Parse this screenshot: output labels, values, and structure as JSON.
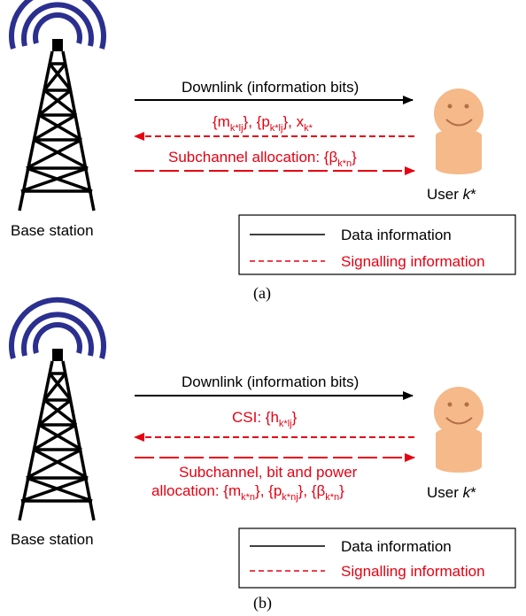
{
  "colors": {
    "signal": "#e60012",
    "data": "#000000",
    "tower_wave": "#2b2f8f",
    "user_fill": "#f5b98a"
  },
  "panels": [
    {
      "caption": "(a)",
      "base_station_label": "Base station",
      "user_label_prefix": "User ",
      "user_label_var": "k",
      "user_label_star": "*",
      "downlink_label": "Downlink (information bits)",
      "uplink_signal": {
        "text_parts": [
          "{m",
          "k*lj",
          "}, {p",
          "k*lj",
          "}, x",
          "k*"
        ]
      },
      "downlink_signal": {
        "text_parts": [
          "Subchannel allocation: {β",
          "k*n",
          "}"
        ]
      },
      "legend": {
        "data": "Data information",
        "signal": "Signalling information"
      }
    },
    {
      "caption": "(b)",
      "base_station_label": "Base station",
      "user_label_prefix": "User ",
      "user_label_var": "k",
      "user_label_star": "*",
      "downlink_label": "Downlink (information bits)",
      "uplink_signal": {
        "text_parts": [
          "CSI: {h",
          "k*lj",
          "}"
        ]
      },
      "downlink_signal": {
        "line1": "Subchannel, bit and power",
        "text_parts": [
          "allocation: {m",
          "k*n",
          "}, {p",
          "k*nj",
          "}, {β",
          "k*n",
          "}"
        ]
      },
      "legend": {
        "data": "Data information",
        "signal": "Signalling information"
      }
    }
  ]
}
